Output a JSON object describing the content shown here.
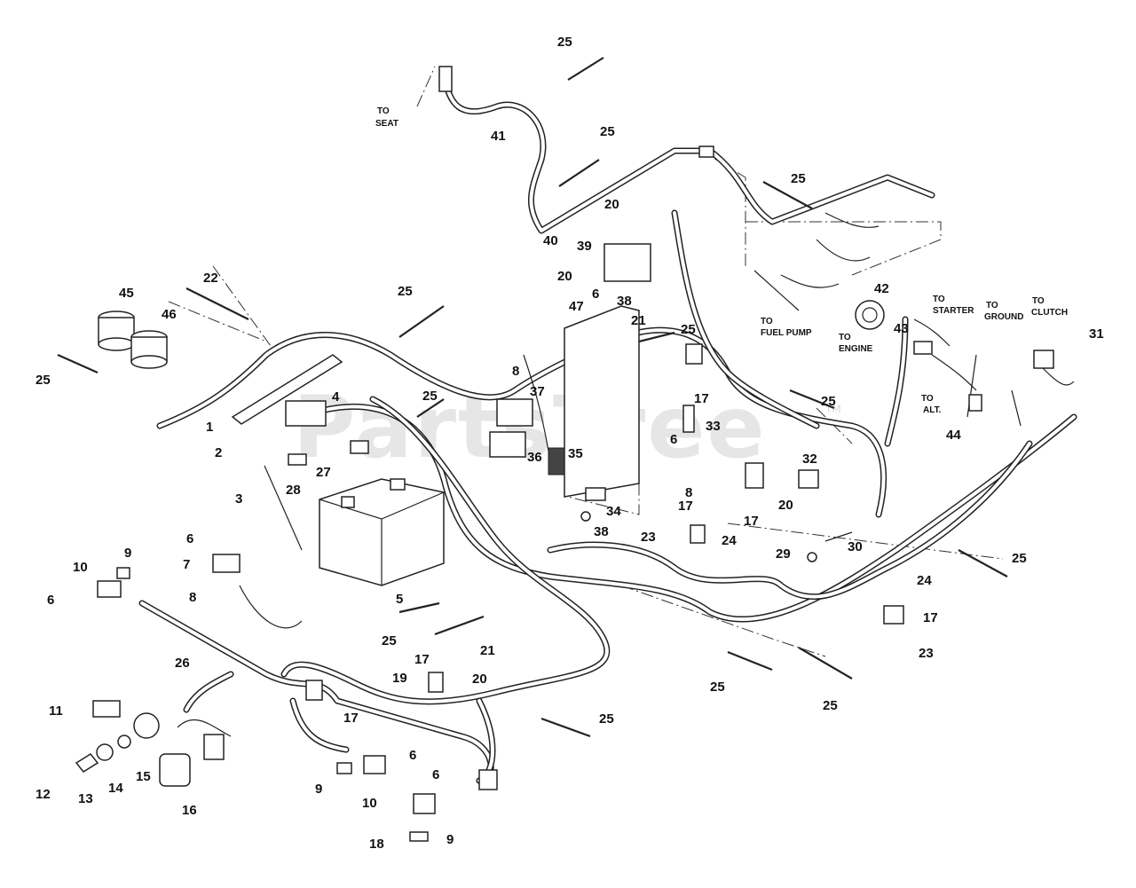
{
  "diagram": {
    "watermark": "PartsTree",
    "watermark_tm": "TM",
    "callouts": [
      {
        "id": "c25a",
        "text": "25"
      },
      {
        "id": "c41",
        "text": "41"
      },
      {
        "id": "c25b",
        "text": "25"
      },
      {
        "id": "c25c",
        "text": "25"
      },
      {
        "id": "c20a",
        "text": "20"
      },
      {
        "id": "c40",
        "text": "40"
      },
      {
        "id": "c39",
        "text": "39"
      },
      {
        "id": "c20b",
        "text": "20"
      },
      {
        "id": "c38a",
        "text": "38"
      },
      {
        "id": "c22",
        "text": "22"
      },
      {
        "id": "c25d",
        "text": "25"
      },
      {
        "id": "c45",
        "text": "45"
      },
      {
        "id": "c46",
        "text": "46"
      },
      {
        "id": "c25e",
        "text": "25"
      },
      {
        "id": "c1",
        "text": "1"
      },
      {
        "id": "c2",
        "text": "2"
      },
      {
        "id": "c3",
        "text": "3"
      },
      {
        "id": "c4",
        "text": "4"
      },
      {
        "id": "c25f",
        "text": "25"
      },
      {
        "id": "c28",
        "text": "28"
      },
      {
        "id": "c27",
        "text": "27"
      },
      {
        "id": "c5",
        "text": "5"
      },
      {
        "id": "c47",
        "text": "47"
      },
      {
        "id": "c6a",
        "text": "6"
      },
      {
        "id": "c21a",
        "text": "21"
      },
      {
        "id": "c25g",
        "text": "25"
      },
      {
        "id": "c8a",
        "text": "8"
      },
      {
        "id": "c37",
        "text": "37"
      },
      {
        "id": "c36",
        "text": "36"
      },
      {
        "id": "c35",
        "text": "35"
      },
      {
        "id": "c34",
        "text": "34"
      },
      {
        "id": "c38b",
        "text": "38"
      },
      {
        "id": "c17a",
        "text": "17"
      },
      {
        "id": "c33",
        "text": "33"
      },
      {
        "id": "c6b",
        "text": "6"
      },
      {
        "id": "c8b",
        "text": "8"
      },
      {
        "id": "c42",
        "text": "42"
      },
      {
        "id": "c43",
        "text": "43"
      },
      {
        "id": "c25h",
        "text": "25"
      },
      {
        "id": "c31",
        "text": "31"
      },
      {
        "id": "c44",
        "text": "44"
      },
      {
        "id": "c32",
        "text": "32"
      },
      {
        "id": "c20c",
        "text": "20"
      },
      {
        "id": "c17b",
        "text": "17"
      },
      {
        "id": "c17c",
        "text": "17"
      },
      {
        "id": "c23a",
        "text": "23"
      },
      {
        "id": "c24a",
        "text": "24"
      },
      {
        "id": "c29",
        "text": "29"
      },
      {
        "id": "c30",
        "text": "30"
      },
      {
        "id": "c25i",
        "text": "25"
      },
      {
        "id": "c24b",
        "text": "24"
      },
      {
        "id": "c17d",
        "text": "17"
      },
      {
        "id": "c23b",
        "text": "23"
      },
      {
        "id": "c6c",
        "text": "6"
      },
      {
        "id": "c9a",
        "text": "9"
      },
      {
        "id": "c7",
        "text": "7"
      },
      {
        "id": "c10a",
        "text": "10"
      },
      {
        "id": "c6d",
        "text": "6"
      },
      {
        "id": "c8c",
        "text": "8"
      },
      {
        "id": "c25j",
        "text": "25"
      },
      {
        "id": "c26",
        "text": "26"
      },
      {
        "id": "c17e",
        "text": "17"
      },
      {
        "id": "c21b",
        "text": "21"
      },
      {
        "id": "c19",
        "text": "19"
      },
      {
        "id": "c20d",
        "text": "20"
      },
      {
        "id": "c25k",
        "text": "25"
      },
      {
        "id": "c25l",
        "text": "25"
      },
      {
        "id": "c11",
        "text": "11"
      },
      {
        "id": "c17f",
        "text": "17"
      },
      {
        "id": "c25m",
        "text": "25"
      },
      {
        "id": "c12",
        "text": "12"
      },
      {
        "id": "c13",
        "text": "13"
      },
      {
        "id": "c14",
        "text": "14"
      },
      {
        "id": "c15",
        "text": "15"
      },
      {
        "id": "c16",
        "text": "16"
      },
      {
        "id": "c6e",
        "text": "6"
      },
      {
        "id": "c6f",
        "text": "6"
      },
      {
        "id": "c9b",
        "text": "9"
      },
      {
        "id": "c10b",
        "text": "10"
      },
      {
        "id": "c18",
        "text": "18"
      },
      {
        "id": "c9c",
        "text": "9"
      }
    ],
    "notes": [
      {
        "id": "n_seat",
        "lines": [
          "TO",
          "SEAT"
        ]
      },
      {
        "id": "n_fuel",
        "lines": [
          "TO",
          "FUEL PUMP"
        ]
      },
      {
        "id": "n_engine",
        "lines": [
          "TO",
          "ENGINE"
        ]
      },
      {
        "id": "n_starter",
        "lines": [
          "TO",
          "STARTER"
        ]
      },
      {
        "id": "n_ground",
        "lines": [
          "TO",
          "GROUND"
        ]
      },
      {
        "id": "n_clutch",
        "lines": [
          "TO",
          "CLUTCH"
        ]
      },
      {
        "id": "n_alt",
        "lines": [
          "TO",
          "ALT."
        ]
      }
    ]
  }
}
